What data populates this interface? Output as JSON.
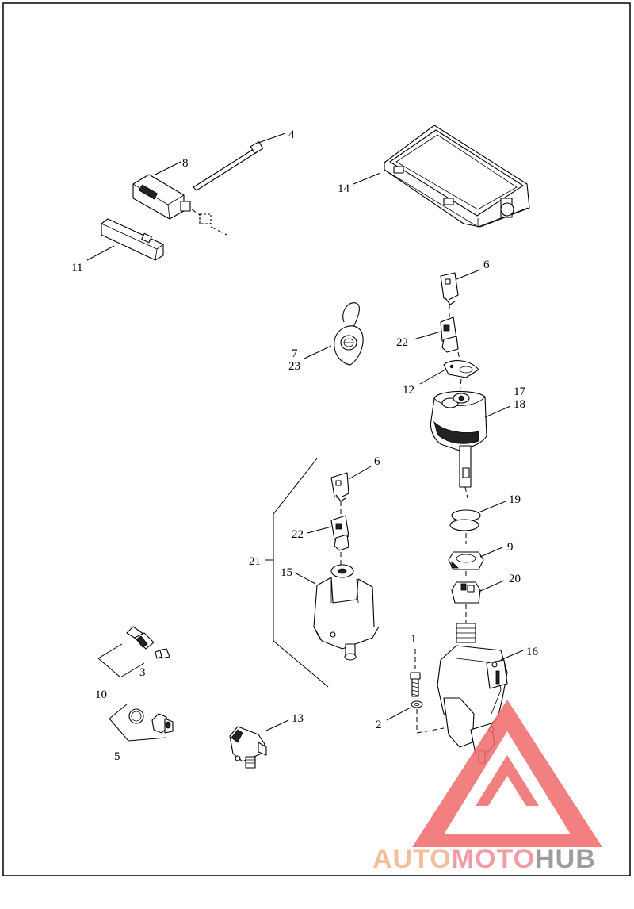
{
  "callouts": [
    {
      "id": "c1",
      "text": "1"
    },
    {
      "id": "c2",
      "text": "2"
    },
    {
      "id": "c3",
      "text": "3"
    },
    {
      "id": "c4",
      "text": "4"
    },
    {
      "id": "c5",
      "text": "5"
    },
    {
      "id": "c6a",
      "text": "6"
    },
    {
      "id": "c6b",
      "text": "6"
    },
    {
      "id": "c7",
      "text": "7"
    },
    {
      "id": "c8",
      "text": "8"
    },
    {
      "id": "c9",
      "text": "9"
    },
    {
      "id": "c10",
      "text": "10"
    },
    {
      "id": "c11",
      "text": "11"
    },
    {
      "id": "c12",
      "text": "12"
    },
    {
      "id": "c13",
      "text": "13"
    },
    {
      "id": "c14",
      "text": "14"
    },
    {
      "id": "c15",
      "text": "15"
    },
    {
      "id": "c16",
      "text": "16"
    },
    {
      "id": "c17",
      "text": "17"
    },
    {
      "id": "c18",
      "text": "18"
    },
    {
      "id": "c19",
      "text": "19"
    },
    {
      "id": "c20",
      "text": "20"
    },
    {
      "id": "c21",
      "text": "21"
    },
    {
      "id": "c22a",
      "text": "22"
    },
    {
      "id": "c22b",
      "text": "22"
    },
    {
      "id": "c23",
      "text": "23"
    }
  ],
  "watermark": {
    "part1": "AUTO",
    "part2": "MOTO",
    "part3": "HUB",
    "colors": {
      "auto": "#f4b38a",
      "moto": "#f08a96",
      "hub": "#8c8c8c",
      "triangle": "#f06a6a"
    }
  }
}
